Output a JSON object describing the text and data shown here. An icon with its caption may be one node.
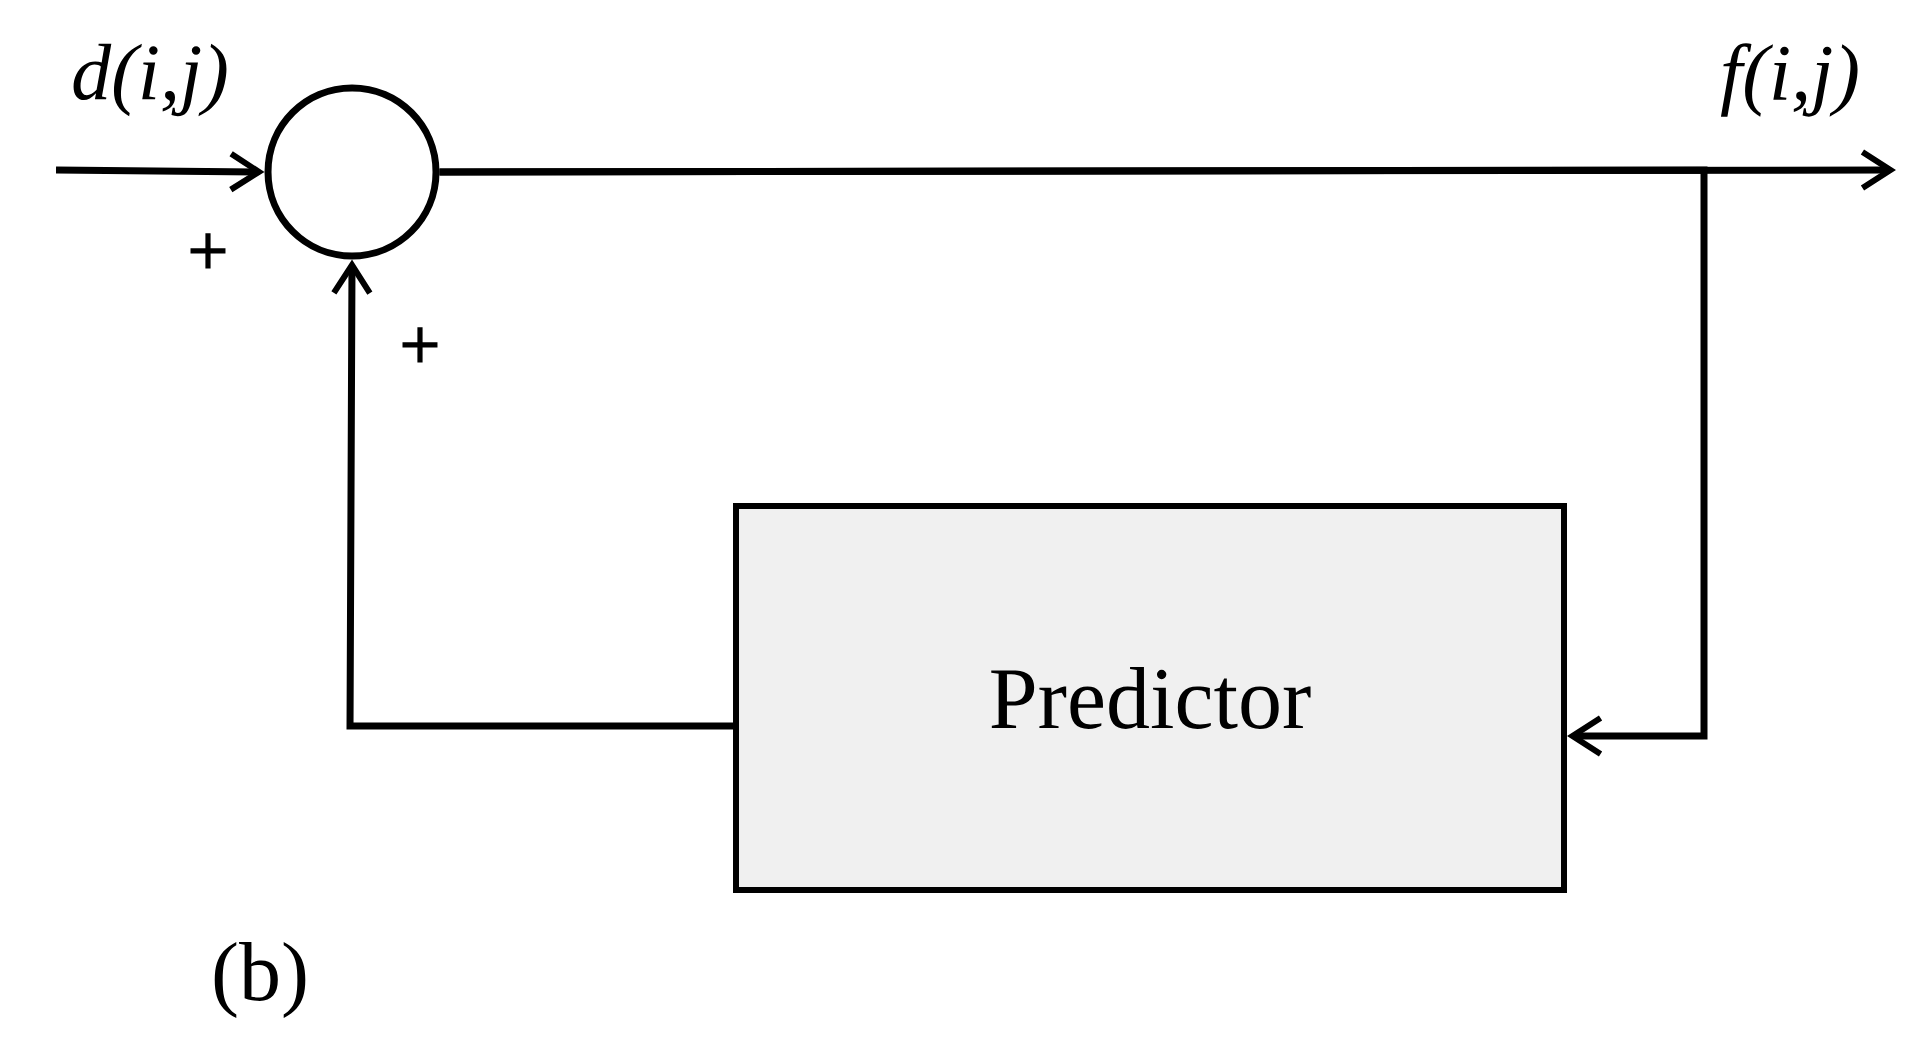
{
  "diagram": {
    "caption": "(b)",
    "nodes": [
      {
        "text": [],
        "shape": "circle"
      },
      {
        "text": [
          "Predictor"
        ]
      }
    ],
    "edges": [
      {
        "from": null,
        "to": 0,
        "arrow": "to",
        "label": "d(i,j)"
      },
      {
        "from": 0,
        "to": null,
        "arrow": "to",
        "label": "f(i,j)"
      },
      {
        "from": 0,
        "to": 1,
        "arrow": "to"
      },
      {
        "from": 1,
        "to": 0,
        "arrow": "to"
      }
    ],
    "labels": [
      "+",
      "+"
    ]
  }
}
